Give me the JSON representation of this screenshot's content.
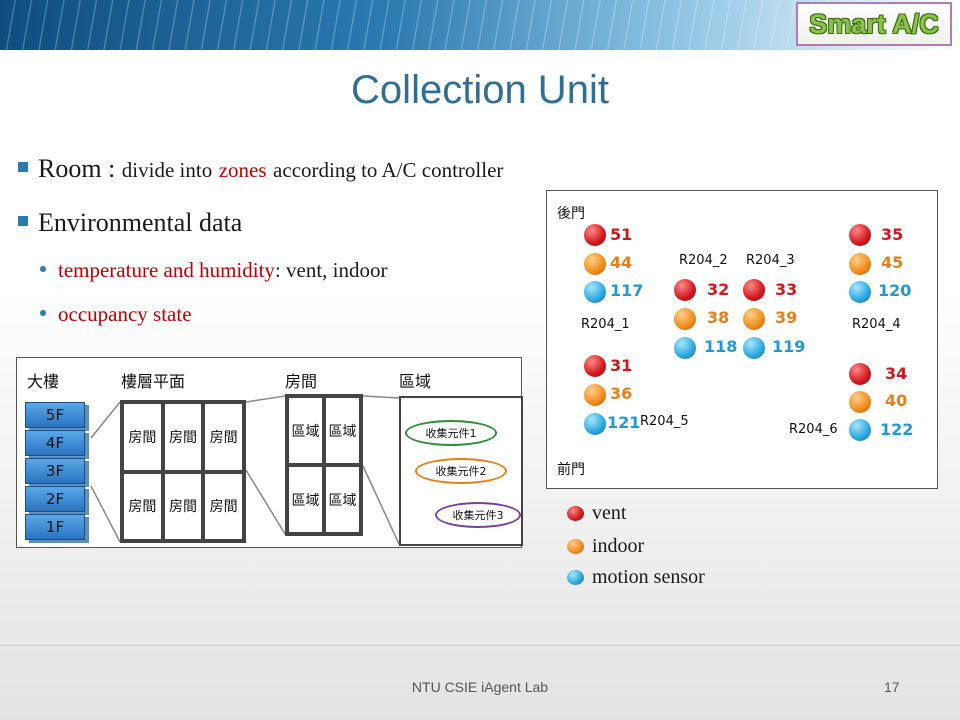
{
  "brand": "Smart A/C",
  "title": "Collection Unit",
  "bullets": {
    "room_label": "Room :",
    "room_text_a": "divide into",
    "room_text_zones": "zones",
    "room_text_b": "according to A/C controller",
    "env_label": "Environmental data",
    "sub1_red": "temperature and humidity",
    "sub1_rest": ": vent,  indoor",
    "sub2": "occupancy state"
  },
  "floorplan": {
    "building_label": "大樓",
    "floorplan_label": "樓層平面",
    "room_label": "房間",
    "zone_label": "區域",
    "floors": [
      "5F",
      "4F",
      "3F",
      "2F",
      "1F"
    ],
    "room_cell": "房間",
    "zone_cell": "區域",
    "units": [
      "收集元件1",
      "收集元件2",
      "收集元件3"
    ],
    "unit_colors": [
      "#2e8b3a",
      "#e67e1a",
      "#7a3fa0"
    ]
  },
  "roommap": {
    "back_door": "後門",
    "front_door": "前門",
    "zones": [
      {
        "name": "R204_1",
        "vent": "51",
        "indoor": "44",
        "motion": "117"
      },
      {
        "name": "R204_2",
        "vent": "32",
        "indoor": "38",
        "motion": "118"
      },
      {
        "name": "R204_3",
        "vent": "33",
        "indoor": "39",
        "motion": "119"
      },
      {
        "name": "R204_4",
        "vent": "35",
        "indoor": "45",
        "motion": "120"
      },
      {
        "name": "R204_5",
        "vent": "31",
        "indoor": "36",
        "motion": "121"
      },
      {
        "name": "R204_6",
        "vent": "34",
        "indoor": "40",
        "motion": "122"
      }
    ]
  },
  "legend": {
    "vent": "vent",
    "indoor": "indoor",
    "motion": "motion sensor"
  },
  "footer": "NTU CSIE iAgent Lab",
  "page_number": "17",
  "colors": {
    "accent": "#2a7ab0",
    "title": "#2f6f94",
    "emphasis": "#c00000"
  }
}
